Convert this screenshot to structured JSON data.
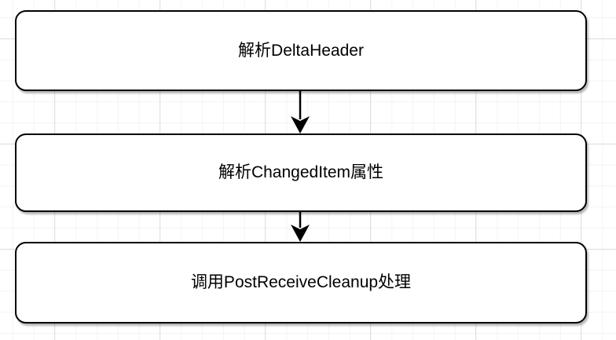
{
  "diagram": {
    "type": "flowchart",
    "nodes": [
      {
        "id": "parse-delta-header",
        "label": "解析DeltaHeader"
      },
      {
        "id": "parse-changed-item-attrs",
        "label": "解析ChangedItem属性"
      },
      {
        "id": "call-post-receive-cleanup",
        "label": "调用PostReceiveCleanup处理"
      }
    ],
    "edges": [
      {
        "from": "parse-delta-header",
        "to": "parse-changed-item-attrs",
        "direction": "down"
      },
      {
        "from": "parse-changed-item-attrs",
        "to": "call-post-receive-cleanup",
        "direction": "down"
      }
    ],
    "colors": {
      "background": "#ffffff",
      "node_fill": "#ffffff",
      "node_border": "#000000",
      "text": "#000000",
      "arrow": "#000000",
      "grid_minor": "#f3f3f3",
      "grid_major": "#e6e6e6"
    }
  }
}
